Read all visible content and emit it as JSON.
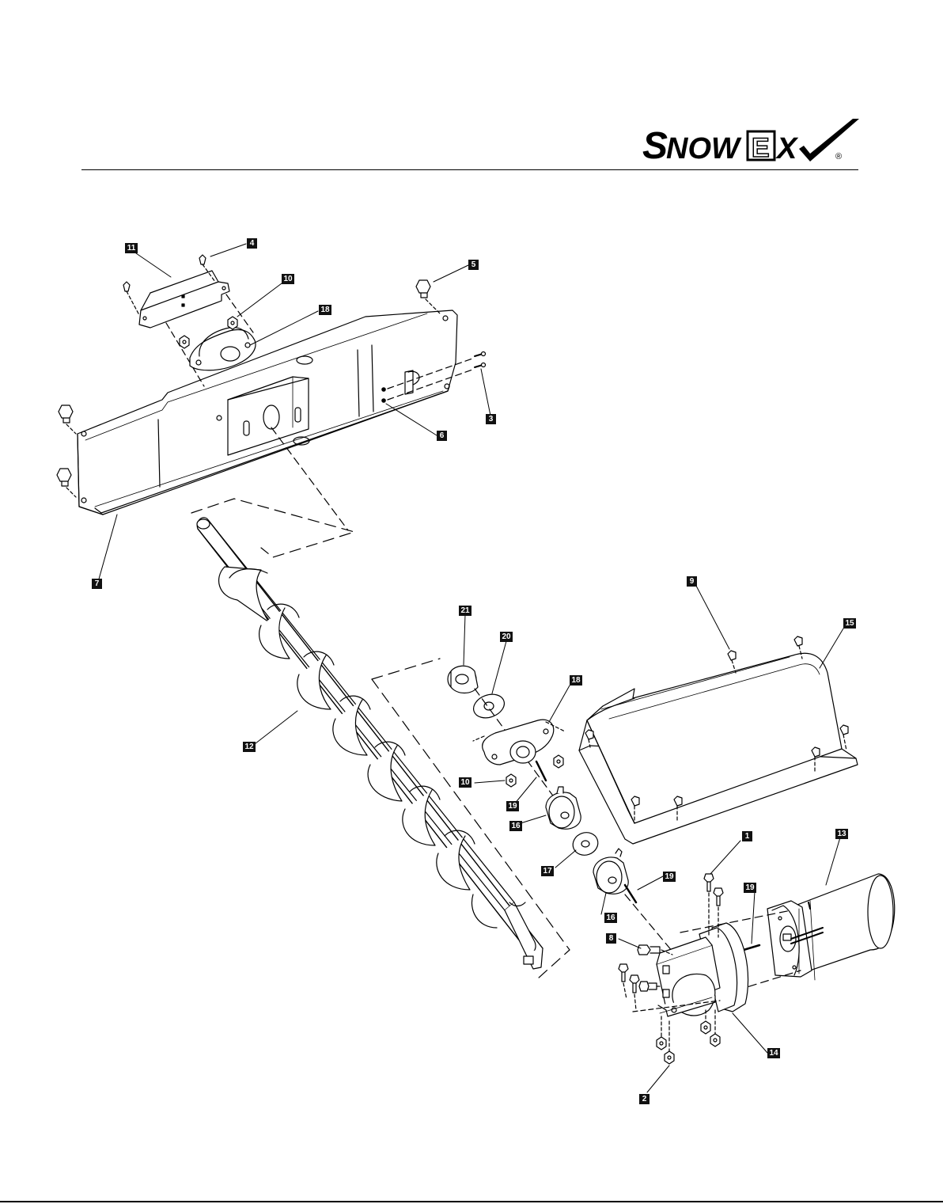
{
  "header": {
    "logo_text": "SnowEx",
    "logo_registered": "®"
  },
  "callouts": {
    "c1": "1",
    "c2": "2",
    "c3": "3",
    "c4": "4",
    "c5": "5",
    "c6": "6",
    "c7": "7",
    "c8": "8",
    "c9": "9",
    "c10_top": "10",
    "c10_bottom": "10",
    "c11": "11",
    "c12": "12",
    "c13": "13",
    "c14": "14",
    "c15": "15",
    "c16_upper": "16",
    "c16_lower": "16",
    "c17": "17",
    "c18_top": "18",
    "c18_bottom": "18",
    "c19_upper": "19",
    "c19_mid": "19",
    "c19_motor": "19",
    "c20": "20",
    "c21": "21"
  },
  "colors": {
    "ink": "#000000",
    "callout_bg": "#111111",
    "callout_text": "#ffffff",
    "paper": "#ffffff"
  }
}
